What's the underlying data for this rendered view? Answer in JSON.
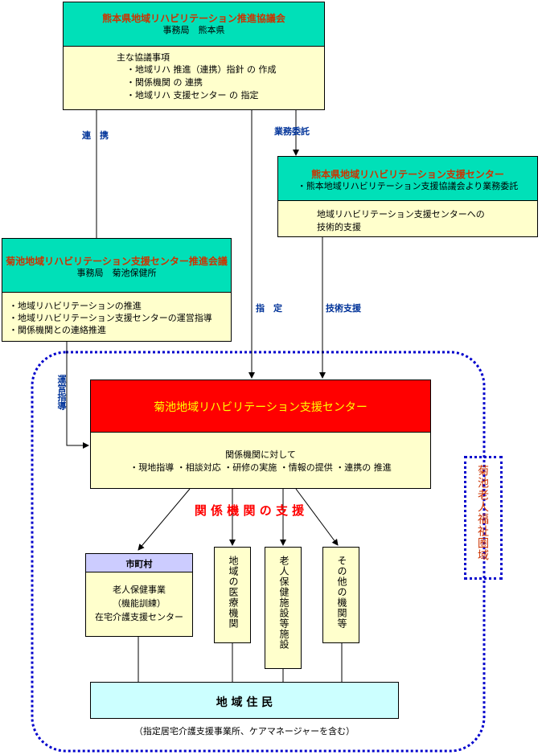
{
  "council": {
    "title": "熊本県地域リハビリテーション推進協議会",
    "office": "事務局　熊本県",
    "items_heading": "主な協議事項",
    "items": [
      "・地域リハ 推進（連携）指針 の 作成",
      "・関係機関 の 連携",
      "・地域リハ 支援センター の 指定"
    ]
  },
  "pref_center": {
    "title": "熊本県地域リハビリテーション支援センター",
    "subtitle": "・熊本地域リハビリテーション支援協議会より業務委託",
    "body_line1": "地域リハビリテーション支援センターへの",
    "body_line2": "技術的支援"
  },
  "kikuchi_council": {
    "title": "菊池地域リハビリテーション支援センター推進会議",
    "office": "事務局　菊池保健所",
    "items": [
      "・地域リハビリテーションの推進",
      "・地域リハビリテーション支援センターの運営指導",
      "・関係機関との連絡推進"
    ]
  },
  "labels": {
    "renkei": "連　携",
    "gyomu": "業務委託",
    "shitei": "指　定",
    "gijutsu": "技術支援",
    "unei": "運営指導"
  },
  "kikuchi_center": {
    "title": "菊池地域リハビリテーション支援センター",
    "body_line1": "関係機関に対して",
    "body_line2": "・現地指導 ・相談対応 ・研修の実施 ・情報の提供 ・連携の 推進"
  },
  "support_heading": "関 係 機 関 の 支 援",
  "region_label": "菊池老人福祉圏域",
  "municipality": {
    "title": "市町村",
    "line1": "老人保健事業",
    "line2": "（機能訓練）",
    "line3": "在宅介護支援センター"
  },
  "vertical_boxes": [
    "地域の医療機関",
    "老人保健施設等施設",
    "その他の機関等"
  ],
  "residents": "地 域 住 民",
  "residents_note": "（指定居宅介護支援事業所、ケアマネージャーを含む）",
  "colors": {
    "teal": "#00e0b8",
    "cream": "#ffffcc",
    "red": "#ff0000",
    "orange_title": "#cc3300",
    "navy_label": "#003399",
    "dotted_border": "#0000cc",
    "support_heading": "#ff0000",
    "center_title": "#ffff00"
  }
}
